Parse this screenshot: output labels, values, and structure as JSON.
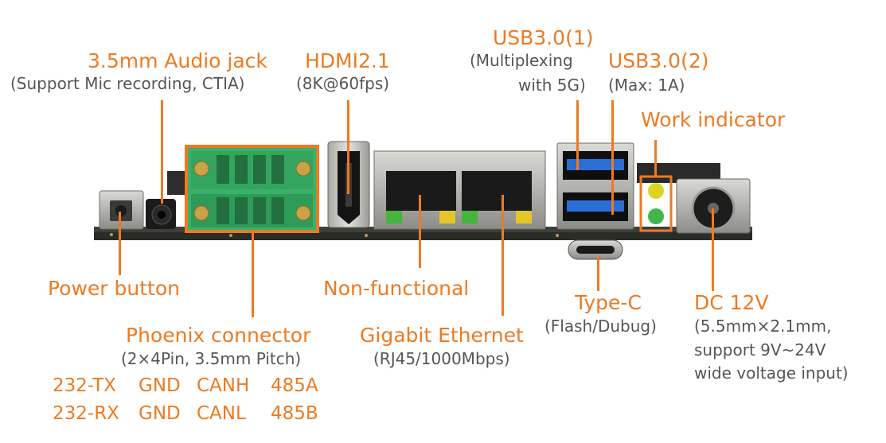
{
  "colors": {
    "accent": "#ee7a22",
    "sub": "#555555",
    "pcb": "#1d1f1c",
    "terminal": "#35a862"
  },
  "labels": {
    "audio": {
      "title": "3.5mm Audio jack",
      "sub": "(Support Mic recording, CTIA)"
    },
    "hdmi": {
      "title": "HDMI2.1",
      "sub": "(8K@60fps)"
    },
    "usb1": {
      "title": "USB3.0(1)",
      "sub1": "(Multiplexing",
      "sub2": "with 5G)"
    },
    "usb2": {
      "title": "USB3.0(2)",
      "sub": "(Max: 1A)"
    },
    "work": {
      "title": "Work indicator"
    },
    "power": {
      "title": "Power button"
    },
    "nonfunc": {
      "title": "Non-functional"
    },
    "typec": {
      "title": "Type-C",
      "sub": "(Flash/Dubug)"
    },
    "dc": {
      "title": "DC 12V",
      "sub1": "(5.5mm×2.1mm,",
      "sub2": "support 9V~24V",
      "sub3": "wide voltage input)"
    },
    "phoenix": {
      "title": "Phoenix connector",
      "sub": "(2×4Pin, 3.5mm Pitch)"
    },
    "gbe": {
      "title": "Gigabit Ethernet",
      "sub": "(RJ45/1000Mbps)"
    }
  },
  "pins": {
    "row1": [
      "232-TX",
      "GND",
      "CANH",
      "485A"
    ],
    "row2": [
      "232-RX",
      "GND",
      "CANL",
      "485B"
    ]
  }
}
